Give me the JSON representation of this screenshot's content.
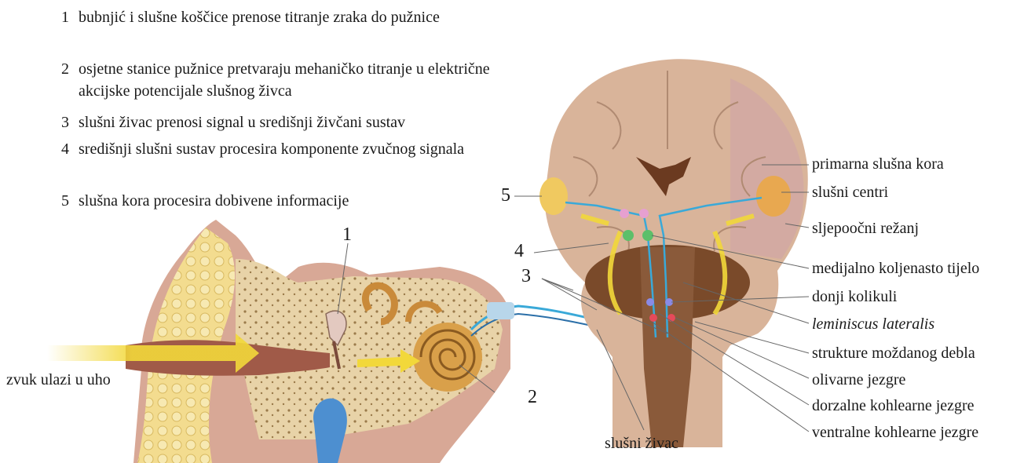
{
  "steps": [
    {
      "num": "1",
      "text": "bubnjić i slušne koščice prenose titranje zraka do pužnice"
    },
    {
      "num": "2",
      "text": "osjetne stanice pužnice pretvaraju mehaničko titranje u električne akcijske potencijale slušnog živca"
    },
    {
      "num": "3",
      "text": "slušni živac prenosi signal u središnji živčani sustav"
    },
    {
      "num": "4",
      "text": "središnji slušni sustav procesira komponente zvučnog signala"
    },
    {
      "num": "5",
      "text": "slušna kora procesira dobivene informacije"
    }
  ],
  "callouts": {
    "ear_1": "1",
    "cochlea_2": "2",
    "nerve_3": "3",
    "brainstem_4": "4",
    "cortex_5": "5"
  },
  "ear_labels": {
    "sound_in": "zvuk ulazi u uho",
    "auditory_nerve": "slušni živac"
  },
  "brain_labels": [
    {
      "key": "primary_cortex",
      "text": "primarna slušna kora",
      "italic": false
    },
    {
      "key": "centers",
      "text": "slušni centri",
      "italic": false
    },
    {
      "key": "temporal_lobe",
      "text": "sljepoočni režanj",
      "italic": false
    },
    {
      "key": "mgb",
      "text": "medijalno koljenasto tijelo",
      "italic": false
    },
    {
      "key": "inferior_colliculi",
      "text": "donji kolikuli",
      "italic": false
    },
    {
      "key": "lateral_lemniscus",
      "text": "leminiscus lateralis",
      "italic": true
    },
    {
      "key": "brainstem",
      "text": "strukture moždanog debla",
      "italic": false
    },
    {
      "key": "olivary",
      "text": "olivarne jezgre",
      "italic": false
    },
    {
      "key": "dorsal_cochlear",
      "text": "dorzalne kohlearne jezgre",
      "italic": false
    },
    {
      "key": "ventral_cochlear",
      "text": "ventralne kohlearne jezgre",
      "italic": false
    }
  ],
  "colors": {
    "skin": "#c9927a",
    "bone": "#e8d3a8",
    "brain": "#d9b49a",
    "cerebellum": "#7a4a2a",
    "nerve": "#3aa9d8",
    "sound": "#f2d83a"
  }
}
